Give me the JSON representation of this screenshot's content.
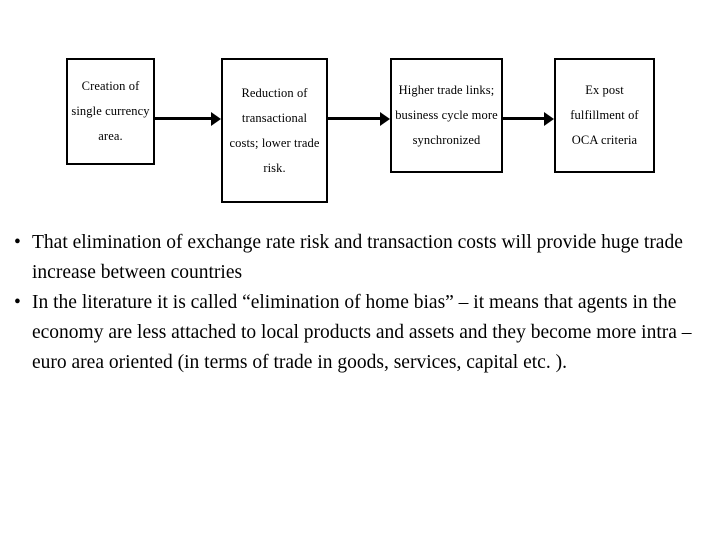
{
  "slide": {
    "background_color": "#ffffff",
    "text_color": "#000000",
    "diagram": {
      "name": "oca-endogeneity-flow",
      "arrow_glyph": "→",
      "boxes": [
        {
          "id": "box-1",
          "name": "creation-of-single-currency-area",
          "lines": [
            "Creation of",
            "single currency",
            "area."
          ]
        },
        {
          "id": "box-2",
          "name": "reduction-of-transactional-costs",
          "lines": [
            "Reduction of",
            "transactional",
            "costs; lower trade",
            "risk."
          ]
        },
        {
          "id": "box-3",
          "name": "higher-trade-links-business-cycle",
          "lines": [
            "Higher trade links;",
            "business cycle more",
            "synchronized"
          ]
        },
        {
          "id": "box-4",
          "name": "ex-post-fulfillment-of-oca-criteria",
          "lines": [
            "Ex post",
            "fulfillment of",
            "OCA criteria"
          ]
        }
      ],
      "arrows": [
        {
          "id": "arrow-1",
          "name": "arrow-box1-to-box2"
        },
        {
          "id": "arrow-2",
          "name": "arrow-box2-to-box3"
        },
        {
          "id": "arrow-3",
          "name": "arrow-box3-to-box4"
        }
      ]
    },
    "body": {
      "bullet_marker": "•",
      "bullets": [
        {
          "name": "bullet-elimination-of-exchange-rate-risk",
          "text": "That elimination of exchange rate risk and transaction costs will provide huge trade increase between countries"
        },
        {
          "name": "bullet-elimination-of-home-bias",
          "text": "In the literature it is called “elimination of home bias” – it means that agents in the economy are less attached to local products and assets and they become more intra – euro area oriented (in terms of trade in goods, services, capital  etc. )."
        }
      ]
    }
  }
}
